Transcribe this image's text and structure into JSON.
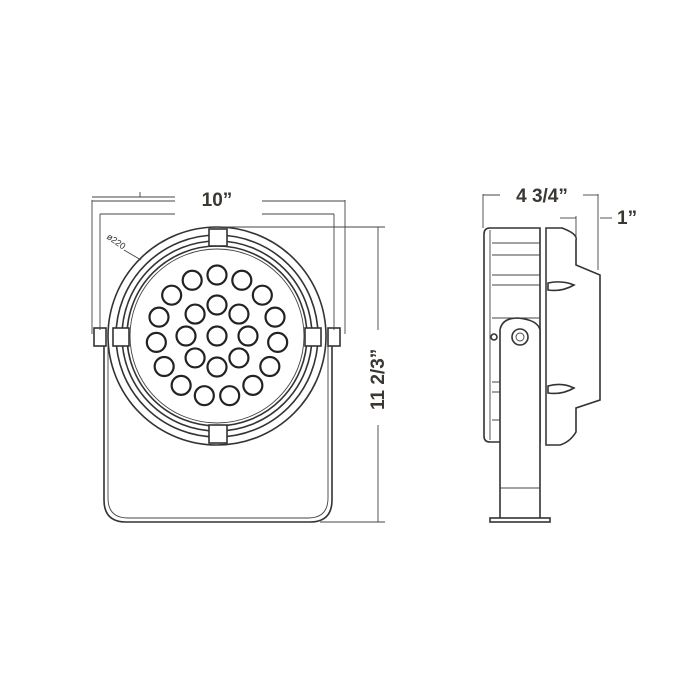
{
  "front_view": {
    "width_label": "10”",
    "height_label": "11 2/3”",
    "diameter_label": "ø220",
    "led_count": 24
  },
  "side_view": {
    "depth_label": "4 3/4”",
    "offset_label": "1”"
  },
  "line_color": "#333333",
  "label_color": "#3b3733"
}
